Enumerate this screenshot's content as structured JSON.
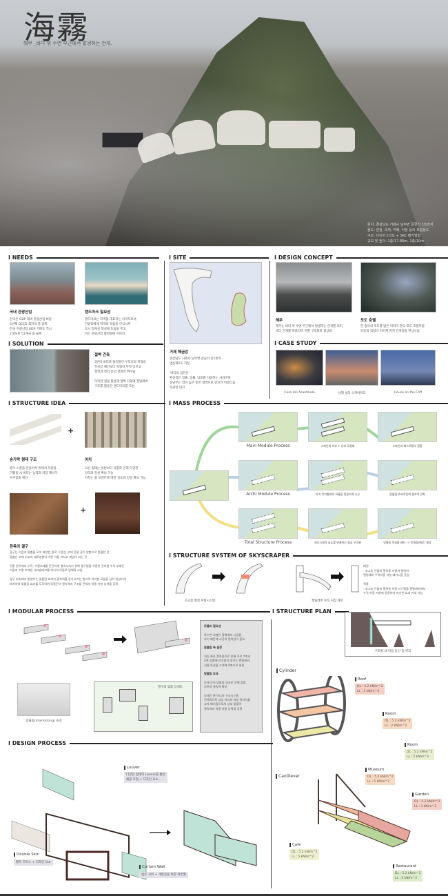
{
  "hero": {
    "title": "海霧",
    "subtitle": "해무 _바다 위 수면 부근에서 발생하는 안개.",
    "info": [
      "위치: 경상남도 거제시 남부면 갈곶리 산1번지",
      "용도: 관광, 숙박, 카페, 식당 등의 복합용도",
      "구조: 다이아그리드 + SRC 메가발함",
      "규모 및 높이: 2층/17.88m, 2층/10m"
    ]
  },
  "needs": {
    "header": "I NEEDS",
    "items": [
      {
        "title": "국내 관광산업",
        "text": [
          "한국은 GDP 대비 관광산업 비중",
          "5년째 OECD 최하국 중 꼴찌",
          "한국 관광산업 GDP 기여도 역시",
          "2.8%로 51개국 중 꼴찌"
        ]
      },
      {
        "title": "랜드마크 필요성",
        "text": [
          "랜드마크는 지역을 대표하는 이미지로서,",
          "관광객에게 지역의 독립을 인식시켜",
          "도시 정체성 형성에 도움을 주고",
          "이는 관광산업 활성화에 이바지"
        ]
      }
    ]
  },
  "solution": {
    "header": "I SOLUTION",
    "title": "절벽 건축",
    "text": [
      "3면이 바다로 둘러쌓인 우리나라 지형의",
      "특성상 해안보다 독립이 뚜렷 다르고",
      "절벽과 절리 등의 경관이 뛰어남",
      "",
      "이러한 점을 활용해 절벽 지형에 캔틸레버",
      "구조를 활용한 랜드마크를 조성"
    ]
  },
  "site": {
    "header": "I SITE",
    "title": "거제 해금강",
    "bullets": [
      "경상남도 거제시 남부면 갈곶리 산1번지",
      "명승제2호 지정",
      "",
      "'바다의 금강산'",
      "환상적인 일출, 일몰, 낙조를 자랑하는 사자바위",
      "동남부는 깎아 높은 뜻한 절벽으로 경치가 아름다움",
      "희귀한 대지"
    ]
  },
  "design_concept": {
    "header": "I DESIGN CONCEPT",
    "items": [
      {
        "title": "해무",
        "text": [
          "해무는 바다 위 수면 부근에서 발생하는 안개를 의미",
          "바다 안개를 떠올리며 이를 구조물로 형상화"
        ]
      },
      {
        "title": "포도 호텔",
        "text": [
          "한 송이의 포도를 닮은 이타미 준의 포도 호텔처럼",
          "유동적 객실이 이어져 마치 안개길을 연상시킴"
        ]
      }
    ]
  },
  "case_study": {
    "header": "I CASE STUDY",
    "items": [
      "Casa del Acantilado",
      "남해 설리 스카이워크",
      "House on the Cliff"
    ]
  },
  "structure_idea": {
    "header": "I STRUCTURE IDEA",
    "plus": "+",
    "items": [
      {
        "title": "숟가락 형태 구조",
        "text": [
          "종이 스푼을 만들어서 위에서 하중을",
          "가했을 시 버티는 능력과 처짐 제어가",
          "우수함을 확인"
        ]
      },
      {
        "title": "아치",
        "text": [
          "곡선 형태는 일반보다 곡률로 인해 다양한",
          "강도와 강성 확보 가능",
          "아치는 휨 모멘트에 대한 강도와 강성 확보 가능"
        ]
      }
    ],
    "joint_title": "한옥의 결구",
    "joint_text": [
      "결구는 이음과 맞춤을 모아 표현한 말로, 이음은 부재 간을 길이 방향으로 연결한 것",
      "맞춤은 부재 기교의 세로방향이 어떤 각을 가지고 짜임이 되는 것",
      "",
      "전통 한옥에서 수직, 수평부재를 단단하게 결속시키기 위해 결구법을 이용한 것처럼 수직 부재인",
      "기둥과 수평 부재인 데크슬래브를 하나의 모듈로 일체화 시킴",
      "",
      "결구 부위에서 발생하는 맞물림 효과가 결속력을 증가시키는 원리로 아치형 모듈을 상하 엇갈리게",
      "배치하여 맞물림 효과를 도모하여 모듈간의 결속력과 구조물 전체의 하중 저항 능력을 강화"
    ]
  },
  "mass_process": {
    "header": "I MASS PROCESS",
    "rows": [
      {
        "label": "Main Module Process",
        "steps": [
          "스파인의 하부 + 상부 모듈화",
          "스파인과 메스모듈의 결합"
        ]
      },
      {
        "label": "Archi Module Process",
        "steps": [
          "아치 막이형태의 모듈을 엇갈리게 시공",
          "맞물림 효과로인해 결속력 강화"
        ]
      },
      {
        "label": "Total Structure Process",
        "steps": [
          "외부시설의 요소를 연결하는 중심 구조물",
          "맞물림 객실을 배치 -> 안개길(해무) 형상"
        ]
      }
    ]
  },
  "skyscraper": {
    "header": "I STRUCTURE SYSTEM OF SKYSCRAPER",
    "captions": [
      "초고층 횡력 저항시스템",
      "캔틸레버 수직 처짐 제어"
    ],
    "notes": [
      {
        "title": "배경",
        "text": [
          "- 초고층 건물의 횡하중 저항과 절벽의",
          "  캔틸레버 수직하중 저항 메커니즘 동일"
        ]
      },
      {
        "title": "적용",
        "text": [
          "- 초고층 건물의 횡하중 저항 시스템을 캔틸레버에서",
          "  수직 하중 저항에 응용하여 비슷한 효과 기대 가능"
        ]
      }
    ]
  },
  "modular": {
    "header": "I MODULAR PROCESS",
    "detail_caption": "맞물림(interlocking) 효과",
    "joint_caption": "결구의 맞춤 상세도",
    "side": [
      {
        "title": "모듈러 필요성",
        "text": [
          "특수한 지형인 절벽에서 시공을",
          "하기 때문에 시공의 편의성이 중요"
        ]
      },
      {
        "title": "맞물림 축 설정",
        "text": [
          "처짐 혹은 풍하중으로 인해 주로 Y축과",
          "Z축 방향에 미끄럼이 생기는 캔틸레버",
          "건물 특성을 고려해 X축으로 설정"
        ]
      },
      {
        "title": "맞물림 효과",
        "text": [
          "부재 간의 맞물림 효과로 인해 접합",
          "부위의 결속력 확보",
          "",
          "부재간 뿐 아니라 구조시스템",
          "전체적으로 상부 아치와 하부 역아치를",
          "교차 배치함으로서 상호 맞물려",
          "결속력과 하중 저항 능력을 강화"
        ]
      }
    ]
  },
  "structure_plan": {
    "header": "I STRUCTURE PLAN",
    "section_caption": "구조물 내 이동 동선 및 원리",
    "cylinder": {
      "title": "Cylinder",
      "loads": [
        {
          "name": "Roof",
          "dl": "DL : 5.2 kN/m^2",
          "ll": "LL : 3 kN/m^2",
          "color": "#f6cfc4"
        },
        {
          "name": "Room",
          "dl": "DL : 5.2 kN/m^2",
          "ll": "LL : 2 kN/m^2",
          "color": "#f8d9c2"
        },
        {
          "name": "Room",
          "dl": "DL : 5.2 kN/m^2",
          "ll": "LL : 2 kN/m^2",
          "color": "#e8efcf"
        }
      ]
    },
    "cantilever": {
      "title": "Cantilever",
      "loads": [
        {
          "name": "Museum",
          "dl": "DL : 5.2 kN/m^2",
          "ll": "LL : 5 kN/m^2",
          "color": "#f8d9c2"
        },
        {
          "name": "Garden",
          "dl": "DL : 5.2 kN/m^2",
          "ll": "LL : 3 kN/m^2",
          "color": "#f6cfc4"
        },
        {
          "name": "Cafe",
          "dl": "DL : 5.2 kN/m^2",
          "ll": "LL : 5 kN/m^2",
          "color": "#eef0cf"
        },
        {
          "name": "Restaurant",
          "dl": "DL : 5.2 kN/m^2",
          "ll": "LL : 5 kN/m^2",
          "color": "#dcecc8"
        }
      ]
    }
  },
  "design_process": {
    "header": "I DESIGN PROCESS",
    "parts": [
      {
        "name": "Louver",
        "text": [
          "다양한 형태의 Louver를 통한",
          "채광 조절 + 디자인 요소"
        ]
      },
      {
        "name": "Double Skin",
        "text": [
          "벨트 트러스 + 디자인 요소"
        ]
      },
      {
        "name": "Curtain Wall",
        "text": [
          "넓은 시야 + 개방감을 위한 커튼월"
        ]
      }
    ]
  }
}
